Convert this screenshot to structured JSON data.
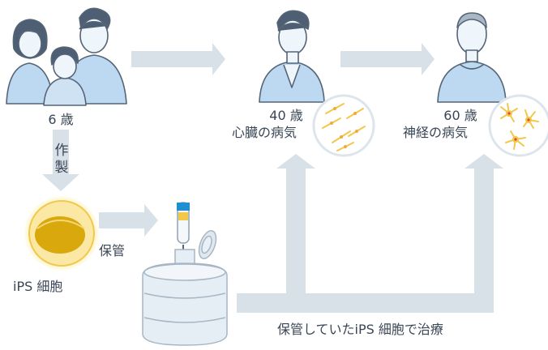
{
  "labels": {
    "age_child": "6 歳",
    "make_1": "作",
    "make_2": "製",
    "ips_cell": "iPS 細胞",
    "storage": "保管",
    "age_40": "40 歳",
    "disease_40": "心臓の病気",
    "age_60": "60 歳",
    "disease_60": "神経の病気",
    "treatment": "保管していたiPS 細胞で治療"
  },
  "colors": {
    "arrow": "#d9e1e8",
    "skin": "#eef5fb",
    "cloth": "#bcd9f1",
    "hair": "#4f5f73",
    "line": "#556577",
    "cell_yellow": "#f2c84b",
    "cell_glow": "#fdf3c7",
    "tank": "#e6eef5"
  },
  "icons": {
    "family": "family-of-three-icon",
    "adult": "adult-man-icon",
    "elder": "elderly-man-icon",
    "heart_cells": "cardiomyocyte-cells-icon",
    "neurons": "neuron-cells-icon",
    "ips": "ips-cell-icon",
    "tube": "test-tube-icon",
    "tank": "liquid-nitrogen-tank-icon"
  }
}
